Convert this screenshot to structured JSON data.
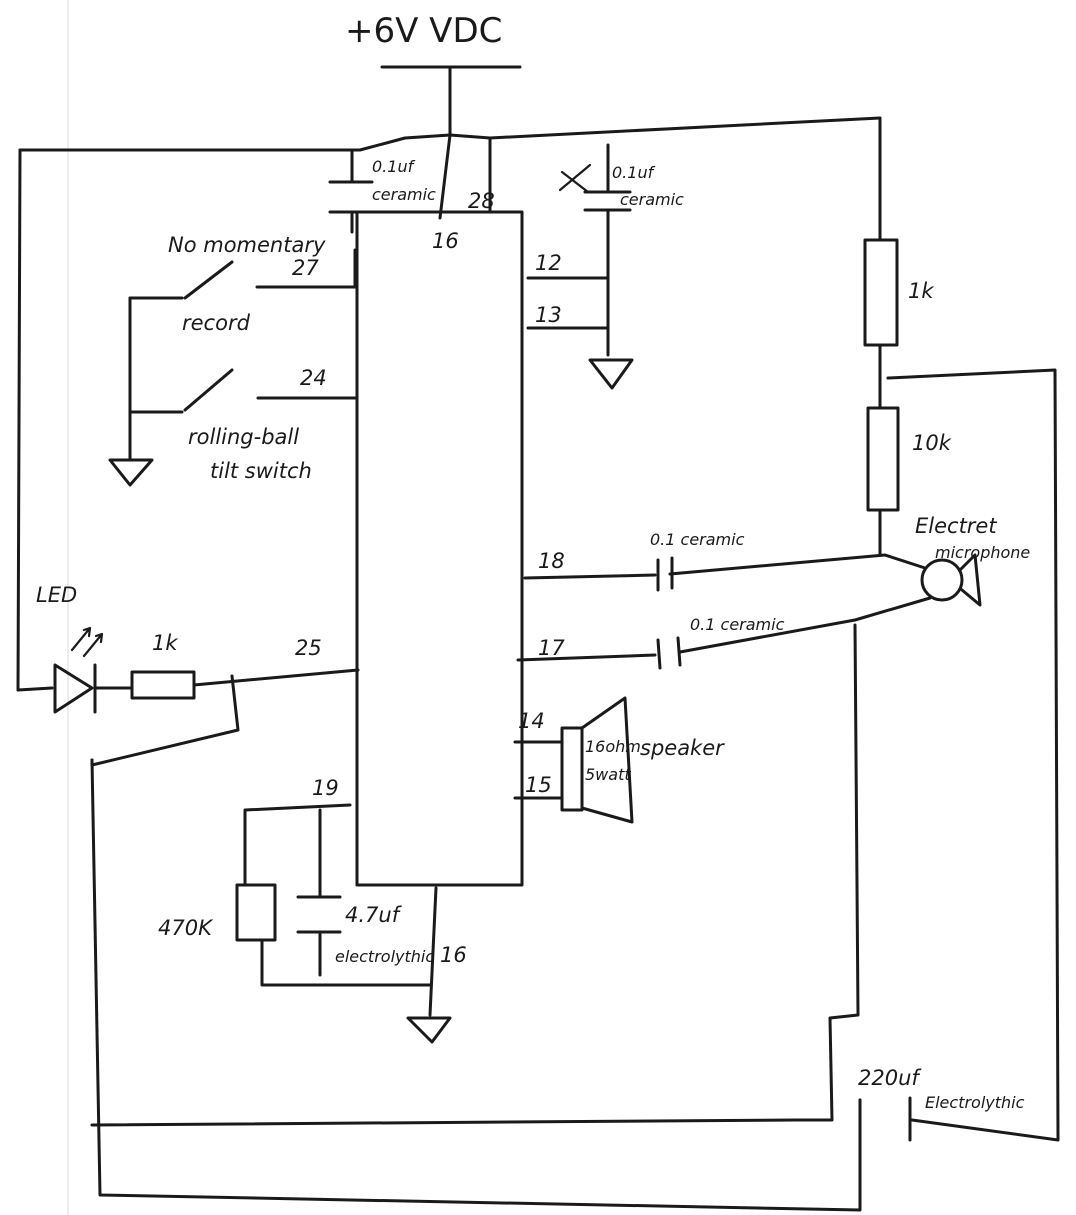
{
  "supply": {
    "label": "+6V VDC"
  },
  "ic": {
    "pin_top_16": "16",
    "pin_top_28": "28",
    "pin_bottom_16": "16"
  },
  "pins": {
    "p27": "27",
    "p24": "24",
    "p25": "25",
    "p19": "19",
    "p12": "12",
    "p13": "13",
    "p18": "18",
    "p17": "17",
    "p14": "14",
    "p15": "15"
  },
  "components": {
    "cap_supply_left": {
      "value": "0.1uf",
      "type": "ceramic"
    },
    "cap_supply_right": {
      "value": "0.1uf",
      "type": "ceramic"
    },
    "switch_record": {
      "label": "No momentary",
      "function": "record"
    },
    "switch_tilt": {
      "label_line1": "rolling-ball",
      "label_line2": "tilt switch"
    },
    "led": {
      "label": "LED"
    },
    "resistor_led": {
      "value": "1k"
    },
    "resistor_mic_1": {
      "value": "1k"
    },
    "resistor_mic_2": {
      "value": "10k"
    },
    "microphone": {
      "label_line1": "Electret",
      "label_line2": "microphone"
    },
    "cap_mic_18": {
      "value": "0.1 ceramic"
    },
    "cap_mic_17": {
      "value": "0.1 ceramic"
    },
    "speaker": {
      "impedance": "16ohm",
      "power": "5watt",
      "label": "speaker"
    },
    "resistor_osc": {
      "value": "470K"
    },
    "cap_osc": {
      "value": "4.7uf",
      "type": "electrolythic"
    },
    "cap_bulk": {
      "value": "220uf",
      "type": "Electrolythic"
    }
  }
}
